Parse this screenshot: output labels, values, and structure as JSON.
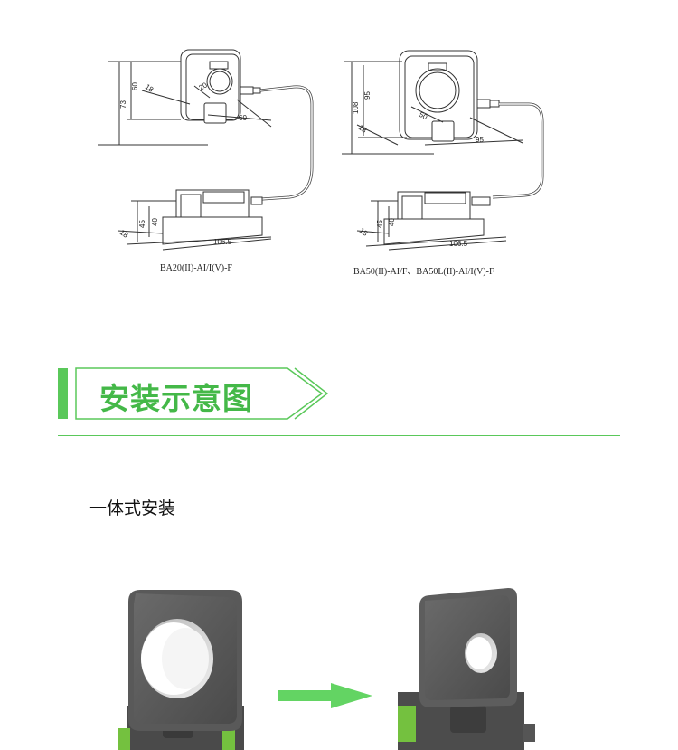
{
  "dimension_drawings": [
    {
      "caption": "BA20(II)-AI/I(V)-F",
      "dimensions": {
        "height_total": "73",
        "height_inner": "60",
        "depth": "18",
        "aperture": "20",
        "width": "60",
        "base_height_total": "45",
        "base_height_inner": "40",
        "base_depth": "18",
        "base_length": "106.5"
      }
    },
    {
      "caption": "BA50(II)-AI/F、BA50L(II)-AI/I(V)-F",
      "dimensions": {
        "height_total": "108",
        "height_inner": "95",
        "depth": "18",
        "aperture": "50",
        "width": "95",
        "base_height_total": "45",
        "base_height_inner": "40",
        "base_depth": "18",
        "base_length": "106.5"
      }
    }
  ],
  "section": {
    "title": "安装示意图"
  },
  "installation": {
    "subtitle": "一体式安装"
  },
  "colors": {
    "accent_green": "#5ac85a",
    "title_green": "#44b848",
    "arrow_green": "#63d463",
    "sensor_gray": "#5c5c5c"
  },
  "icons": {
    "transition_arrow": "arrow-right-icon"
  }
}
